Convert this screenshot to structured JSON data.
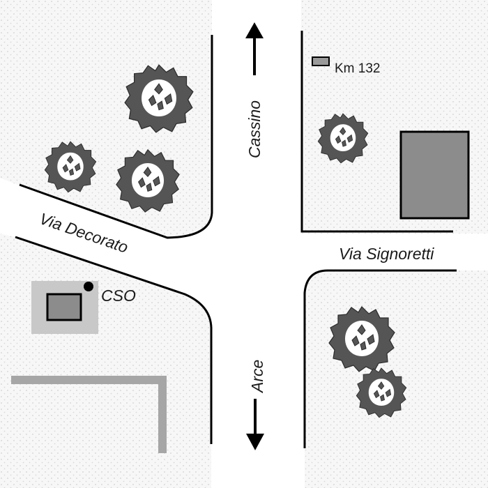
{
  "map": {
    "streets": {
      "north": "Cassino",
      "south": "Arce",
      "west": "Via Decorato",
      "east": "Via Signoretti"
    },
    "markers": {
      "km_marker": "Km 132",
      "cso_marker": "CSO"
    },
    "colors": {
      "road_line": "#000000",
      "block_fill": "#f4f4f4",
      "dot_pattern": "#cfcfcf",
      "building": "#8c8c8c",
      "cso_lot": "#c8c8c8",
      "wall": "#a6a6a6",
      "tree_leaf": "#5a5a5a"
    },
    "icons": {
      "tree": "tree-icon",
      "arrow_north": "arrow-up-icon",
      "arrow_south": "arrow-down-icon",
      "point": "dot-icon"
    }
  }
}
